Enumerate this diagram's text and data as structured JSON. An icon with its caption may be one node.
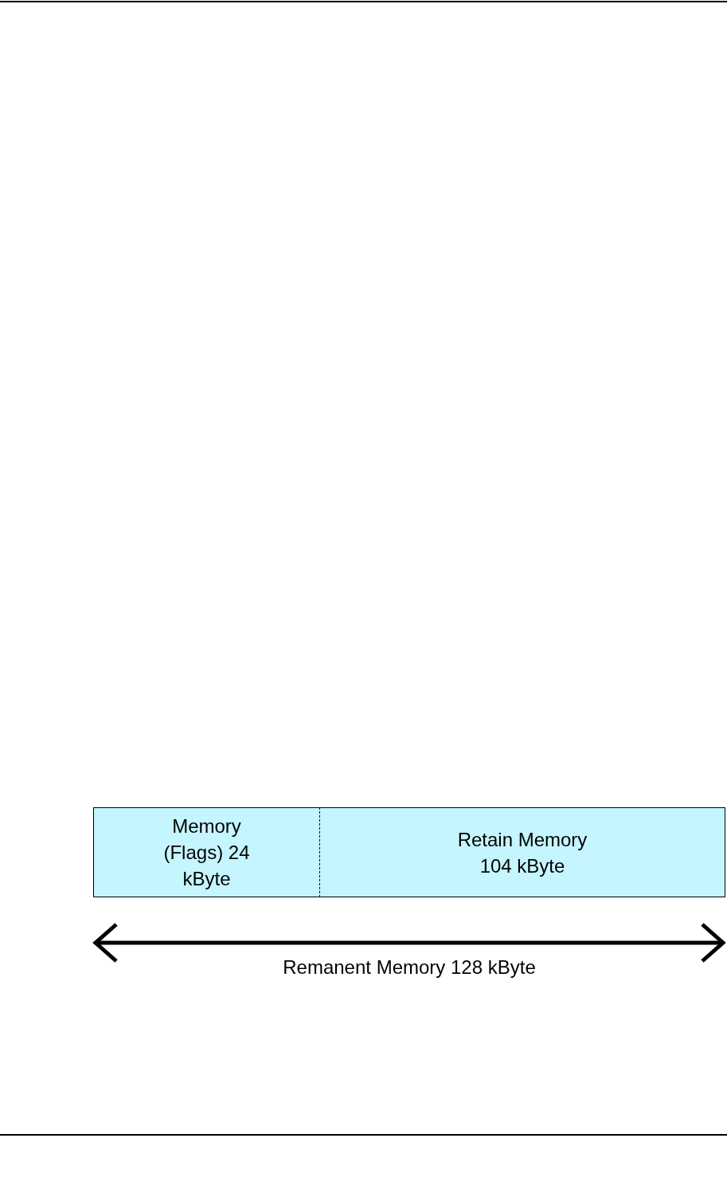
{
  "diagram": {
    "nodes": [
      {
        "text": [
          "Memory (Flags) 24 kByte"
        ]
      },
      {
        "text": [
          "Retain Memory 104 kByte"
        ]
      }
    ],
    "labels": [
      "Remanent Memory 128 kByte"
    ]
  }
}
